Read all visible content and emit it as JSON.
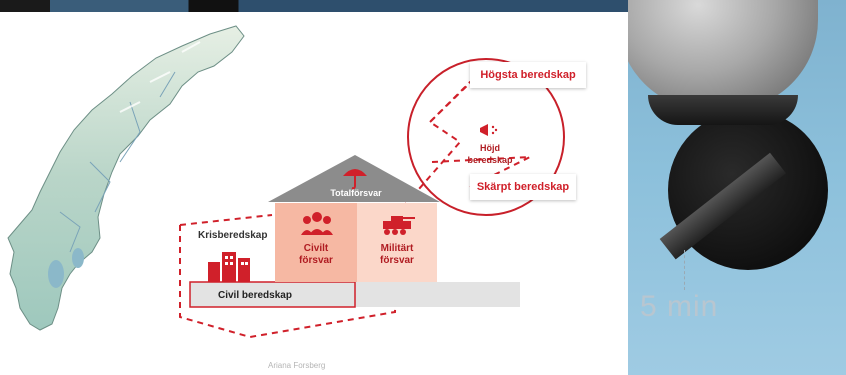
{
  "slide": {
    "labels": {
      "totalforsvar": "Totalförsvar",
      "krisberedskap": "Krisberedskap",
      "civilt_forsvar": "Civilt\nförsvar",
      "militart_forsvar": "Militärt\nförsvar",
      "civil_beredskap": "Civil beredskap",
      "hojd_beredskap": "Höjd\nberedskap",
      "hogsta_beredskap": "Högsta beredskap",
      "skarpt_beredskap": "Skärpt beredskap"
    },
    "credit": "Ariana Forsberg"
  },
  "photo": {
    "timer_label": "5 min"
  },
  "colors": {
    "accent_red": "#d0202a",
    "salmon": "#f6b8a3",
    "light_salmon": "#fbd7c9",
    "roof_gray": "#8c8c8c",
    "base_gray": "#e3e3e3"
  }
}
